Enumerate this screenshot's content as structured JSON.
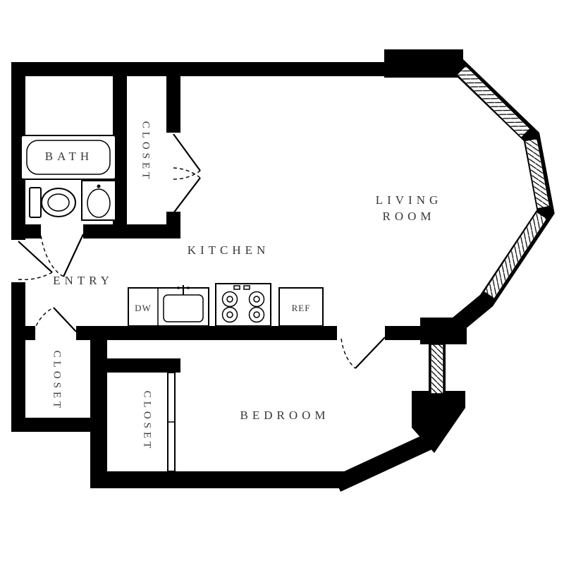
{
  "rooms": {
    "bath": "BATH",
    "closet_bath": "CLOSET",
    "living_line1": "LIVING",
    "living_line2": "ROOM",
    "kitchen": "KITCHEN",
    "entry": "ENTRY",
    "closet_entry": "CLOSET",
    "closet_bedroom": "CLOSET",
    "bedroom": "BEDROOM"
  },
  "appliances": {
    "dishwasher": "DW",
    "refrigerator": "REF"
  },
  "colors": {
    "wall": "#000000",
    "label": "#383838",
    "background": "#ffffff"
  }
}
